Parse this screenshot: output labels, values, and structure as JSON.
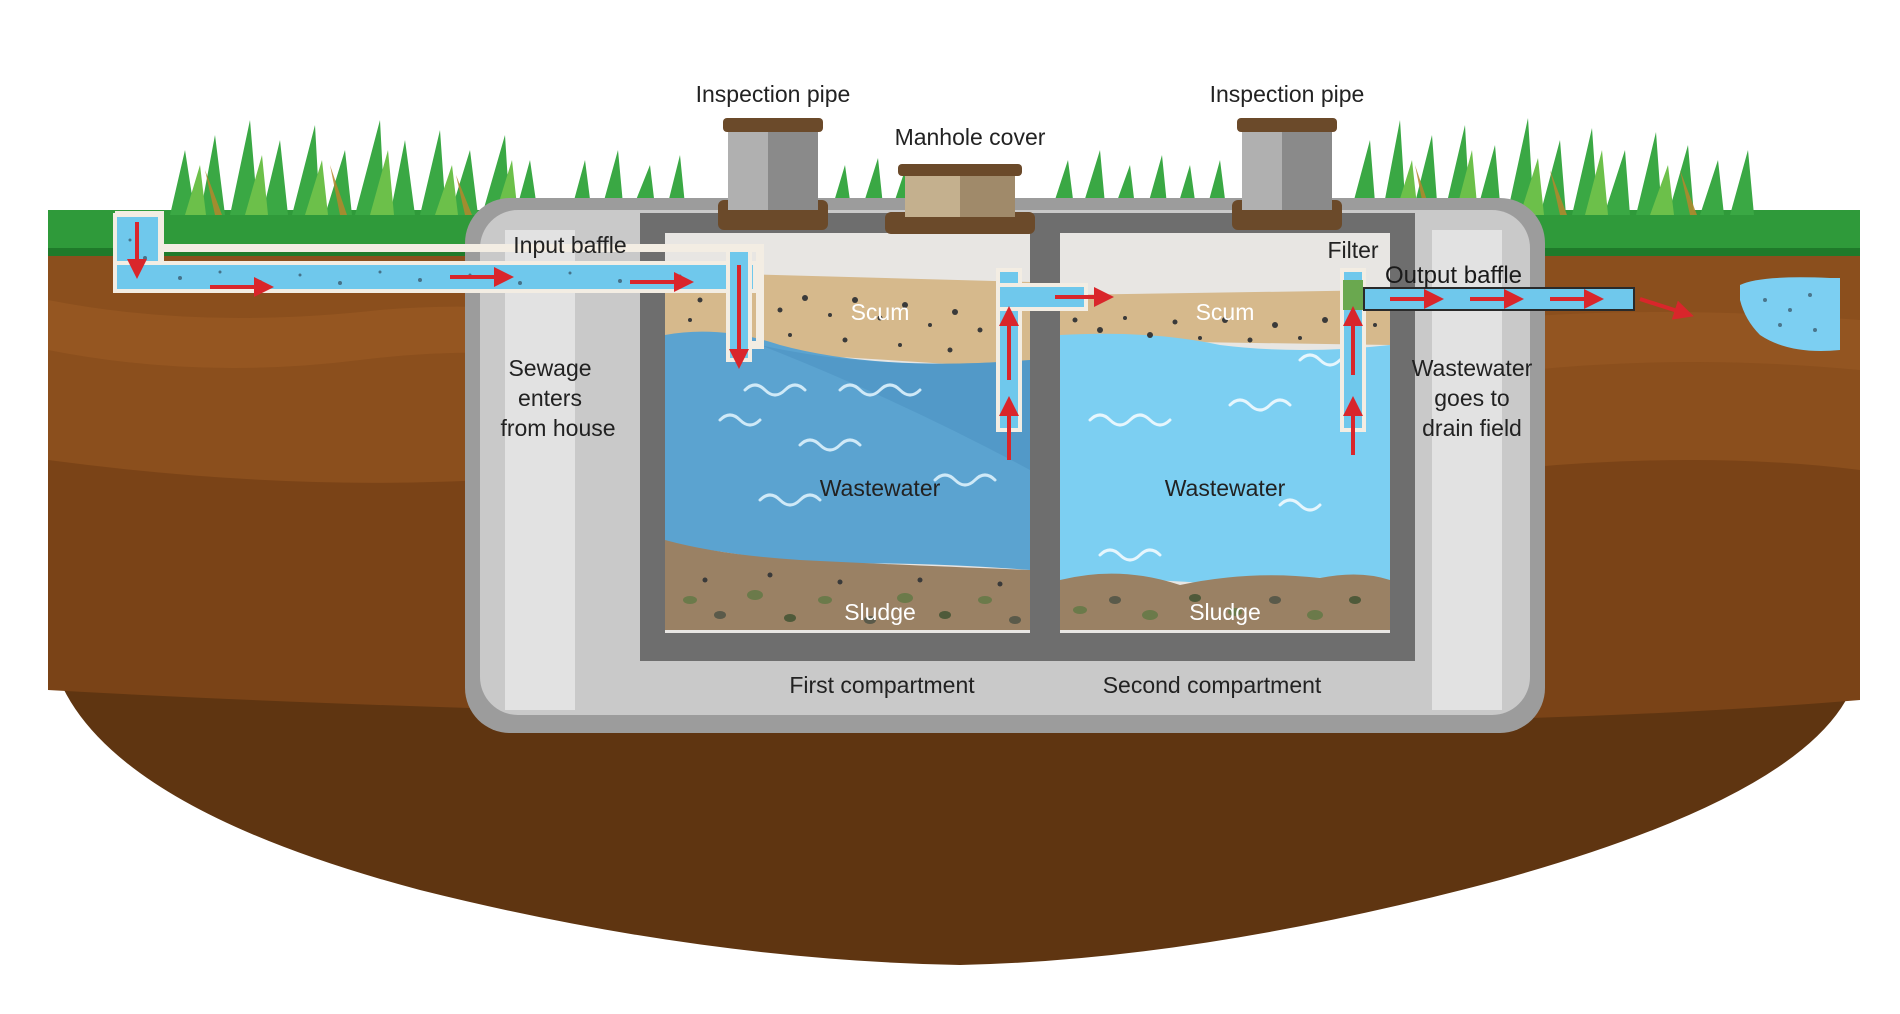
{
  "colors": {
    "soil_top": "#8b4f1d",
    "soil_mid": "#7a4317",
    "soil_deep": "#5f3511",
    "grass": "#2f9a3a",
    "tank_outer": "#bfbfbf",
    "tank_wall": "#6e6e6e",
    "water_first": "#5ba3d0",
    "water_second": "#7ccff2",
    "scum": "#d6b98c",
    "sludge": "#9a8164",
    "pipe": "#6fc8ec",
    "arrow": "#d9262b"
  },
  "labels": {
    "inspection_pipe_left": "Inspection pipe",
    "inspection_pipe_right": "Inspection pipe",
    "manhole_cover": "Manhole cover",
    "input_baffle": "Input baffle",
    "output_baffle": "Output baffle",
    "filter": "Filter",
    "sewage_line1": "Sewage",
    "sewage_line2": "enters",
    "sewage_line3": "from house",
    "wastewater_out_line1": "Wastewater",
    "wastewater_out_line2": "goes to",
    "wastewater_out_line3": "drain field",
    "scum_first": "Scum",
    "scum_second": "Scum",
    "wastewater_first": "Wastewater",
    "wastewater_second": "Wastewater",
    "sludge_first": "Sludge",
    "sludge_second": "Sludge",
    "first_compartment": "First compartment",
    "second_compartment": "Second compartment"
  },
  "icons": {
    "flow": "red-arrow-icon",
    "wave": "wave-icon",
    "grass": "grass-icon"
  }
}
